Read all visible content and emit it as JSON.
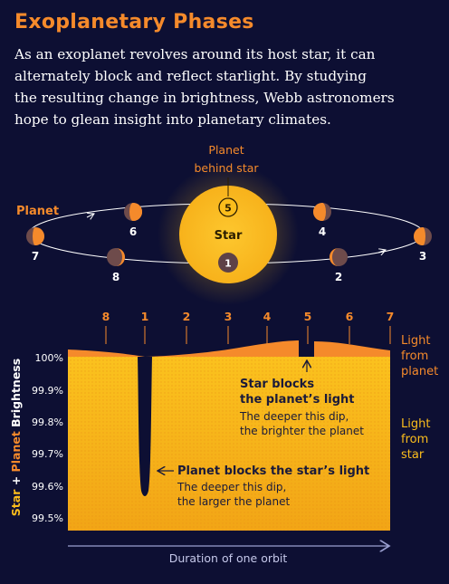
{
  "title": "Exoplanetary Phases",
  "intro": [
    "As an exoplanet revolves around its host star, it can",
    "alternately block and reflect starlight. By studying",
    "the resulting change in brightness, Webb astronomers",
    "hope to glean insight into planetary climates."
  ],
  "orbit": {
    "planet_label": "Planet",
    "star_label": "Star",
    "behind_star_label": [
      "Planet",
      "behind star"
    ],
    "positions": [
      "1",
      "2",
      "3",
      "4",
      "5",
      "6",
      "7",
      "8"
    ]
  },
  "chart_data": {
    "type": "area",
    "title": "",
    "xlabel": "Duration of one orbit",
    "ylabel": [
      "Star",
      " + ",
      "Planet",
      " Brightness"
    ],
    "yticks": [
      "100%",
      "99.9%",
      "99.8%",
      "99.7%",
      "99.6%",
      "99.5%"
    ],
    "ylim": [
      99.46,
      100.07
    ],
    "phase_markers": [
      "8",
      "1",
      "2",
      "3",
      "4",
      "5",
      "6",
      "7"
    ],
    "series": [
      {
        "name": "Light from planet"
      },
      {
        "name": "Light from star"
      }
    ],
    "legend": {
      "planet": [
        "Light",
        "from",
        "planet"
      ],
      "star": [
        "Light",
        "from",
        "star"
      ]
    },
    "annotations": {
      "eclipse_heading": [
        "Star blocks",
        "the planet’s light"
      ],
      "eclipse_note": [
        "The deeper this dip,",
        "the brighter the planet"
      ],
      "transit_heading": "Planet blocks the star’s light",
      "transit_note": [
        "The deeper this dip,",
        "the larger the planet"
      ]
    }
  },
  "colors": {
    "background": "#0d0f33",
    "title": "#f58a2b",
    "planet_orange": "#f58a2b",
    "star_yellow": "#fbbd1c",
    "planet_dark": "#6e4b4b"
  }
}
